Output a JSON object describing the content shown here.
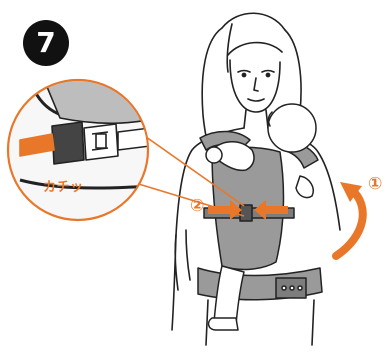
{
  "step": {
    "number": "7"
  },
  "callout": {
    "label": "カチッ"
  },
  "markers": {
    "first": "①",
    "second": "②"
  },
  "colors": {
    "accent": "#e8772a",
    "line": "#222222",
    "carrier": "#9a9a9a",
    "carrier_dark": "#7d7d7d",
    "zoom_bg": "#f7f7f7"
  }
}
